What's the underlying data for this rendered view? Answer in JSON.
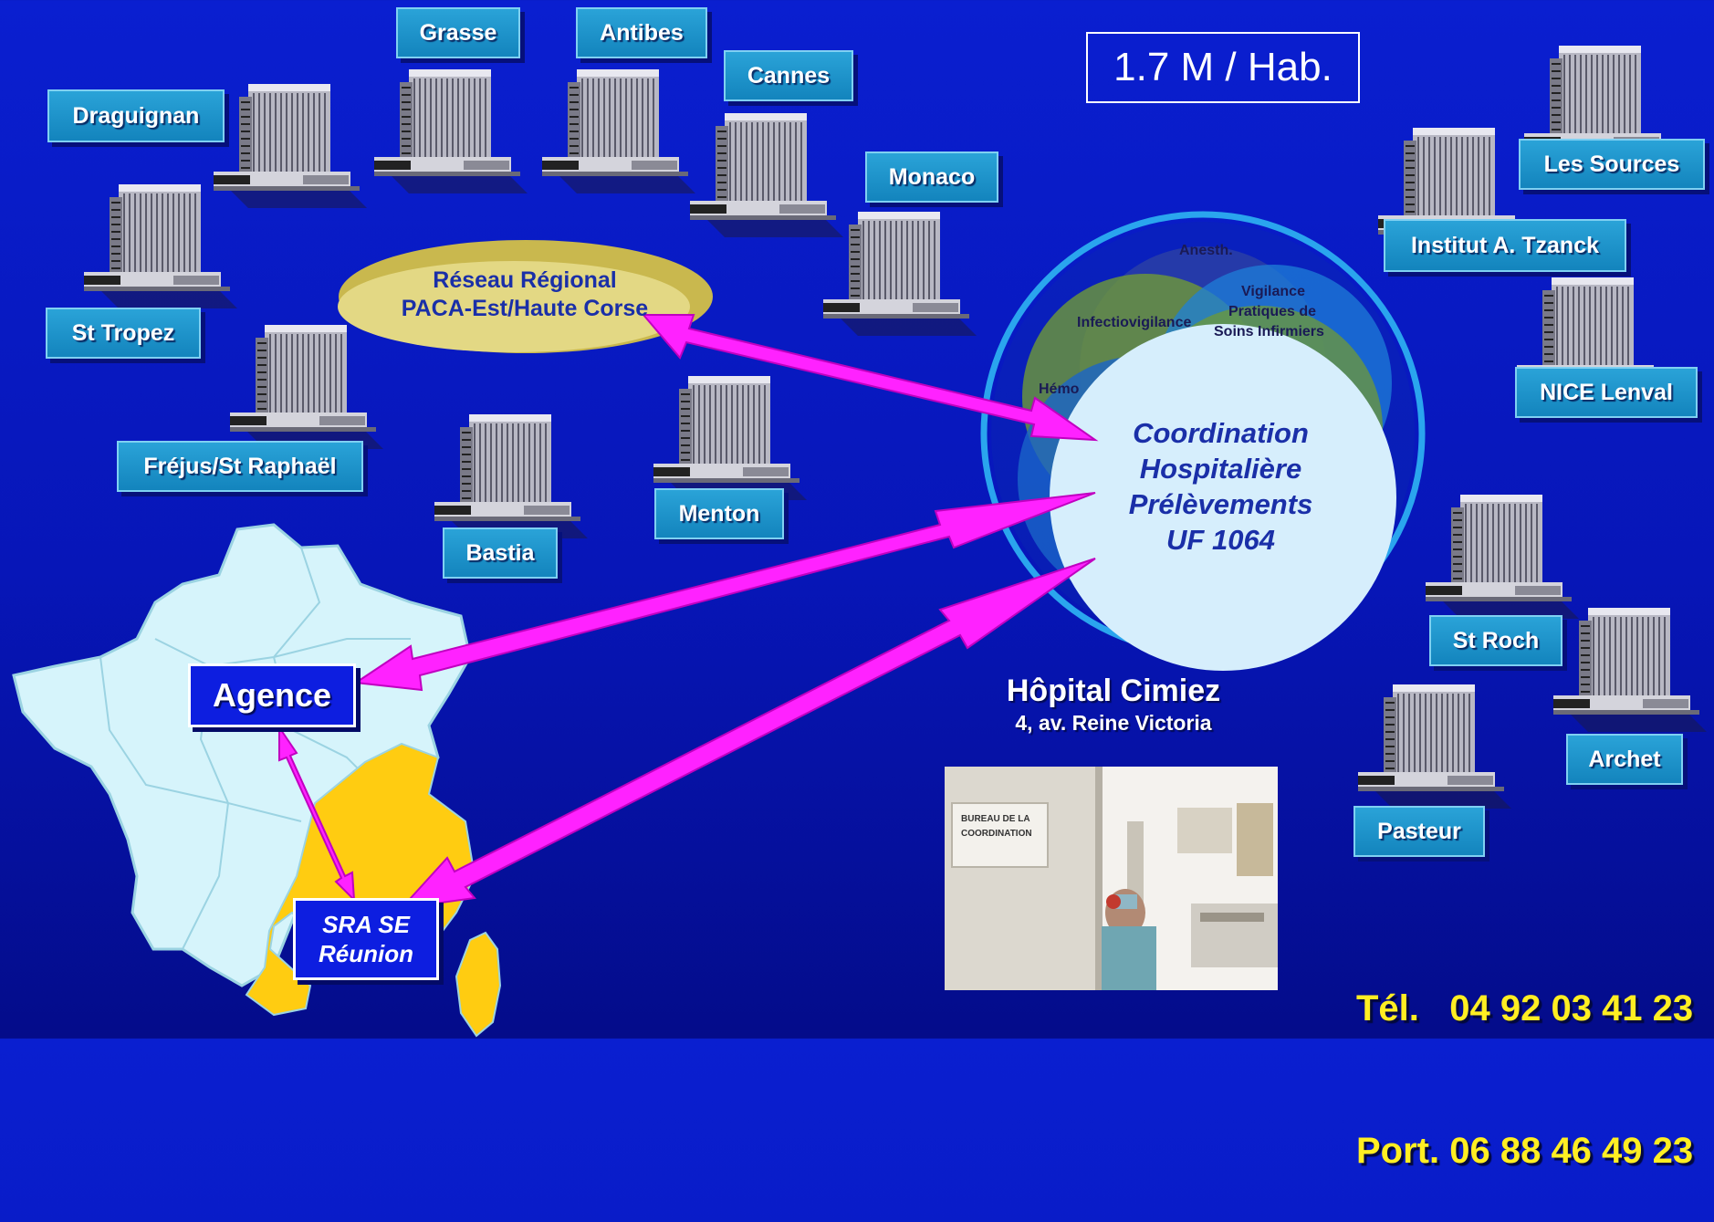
{
  "title_stat": "1.7 M / Hab.",
  "regional_network": {
    "line1": "Réseau Régional",
    "line2": "PACA-Est/Haute Corse"
  },
  "hospitals_left": [
    {
      "key": "draguignan",
      "label": "Draguignan"
    },
    {
      "key": "grasse",
      "label": "Grasse"
    },
    {
      "key": "antibes",
      "label": "Antibes"
    },
    {
      "key": "cannes",
      "label": "Cannes"
    },
    {
      "key": "monaco",
      "label": "Monaco"
    },
    {
      "key": "st-tropez",
      "label": "St Tropez"
    },
    {
      "key": "frejus",
      "label": "Fréjus/St Raphaël"
    },
    {
      "key": "bastia",
      "label": "Bastia"
    },
    {
      "key": "menton",
      "label": "Menton"
    }
  ],
  "hospitals_right": [
    {
      "key": "les-sources",
      "label": "Les Sources"
    },
    {
      "key": "institut-tzanck",
      "label": "Institut A. Tzanck"
    },
    {
      "key": "nice-lenval",
      "label": "NICE Lenval"
    },
    {
      "key": "st-roch",
      "label": "St Roch"
    },
    {
      "key": "archet",
      "label": "Archet"
    },
    {
      "key": "pasteur",
      "label": "Pasteur"
    }
  ],
  "coordination": {
    "line1": "Coordination",
    "line2": "Hospitalière",
    "line3": "Prélèvements",
    "line4": "UF 1064",
    "domains": {
      "anesth": "Anesth.",
      "vigilance": "Vigilance",
      "pratiques": "Pratiques de",
      "soins": "Soins Infirmiers",
      "infectio": "Infectiovigilance",
      "hemo": "Hémo"
    }
  },
  "hopital": {
    "name": "Hôpital Cimiez",
    "address": "4, av. Reine Victoria"
  },
  "photo_sign": {
    "line1": "BUREAU DE LA",
    "line2": "COORDINATION"
  },
  "agence": "Agence",
  "sra": {
    "line1": "SRA SE",
    "line2": "Réunion"
  },
  "contact": {
    "tel": "Tél.   04 92 03 41 23",
    "port": "Port. 06 88 46 49 23"
  },
  "colors": {
    "background": "#0716b8",
    "label_box": "#1d93cc",
    "arrow": "#ff22ff",
    "map_fill": "#d6f4fb",
    "map_highlight": "#ffcc11",
    "circle_ring": "#2aa5ee",
    "tel_text": "#ffee22"
  }
}
